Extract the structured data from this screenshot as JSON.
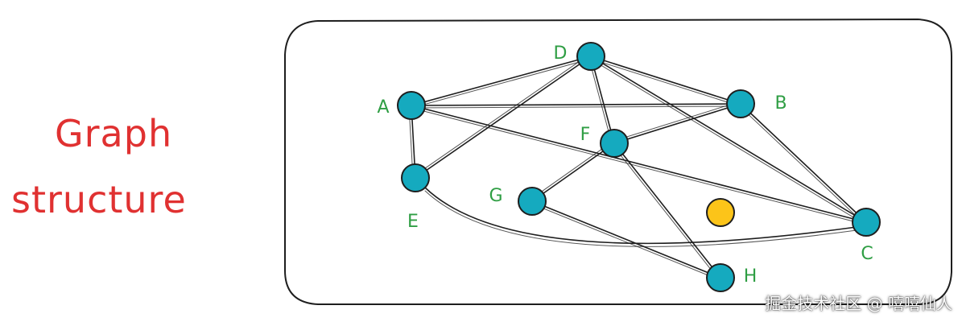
{
  "title": {
    "line1": "Graph",
    "line2": "structure"
  },
  "colors": {
    "title": "#e03131",
    "node_fill": "#15aabf",
    "node_stroke": "#1e1e1e",
    "label": "#2f9e44",
    "highlight_fill": "#fcc419",
    "edge": "#1e1e1e"
  },
  "nodes": [
    {
      "id": "D",
      "label": "D"
    },
    {
      "id": "A",
      "label": "A"
    },
    {
      "id": "B",
      "label": "B"
    },
    {
      "id": "F",
      "label": "F"
    },
    {
      "id": "E",
      "label": "E"
    },
    {
      "id": "G",
      "label": "G"
    },
    {
      "id": "C",
      "label": "C"
    },
    {
      "id": "H",
      "label": "H"
    }
  ],
  "edges": [
    [
      "A",
      "D"
    ],
    [
      "A",
      "B"
    ],
    [
      "A",
      "E"
    ],
    [
      "A",
      "C"
    ],
    [
      "D",
      "B"
    ],
    [
      "D",
      "E"
    ],
    [
      "D",
      "F"
    ],
    [
      "D",
      "C"
    ],
    [
      "B",
      "F"
    ],
    [
      "B",
      "C"
    ],
    [
      "F",
      "G"
    ],
    [
      "F",
      "H"
    ],
    [
      "G",
      "H"
    ],
    [
      "E",
      "C"
    ]
  ],
  "watermark": "掘金技术社区 @ 嘻嘻仙人"
}
